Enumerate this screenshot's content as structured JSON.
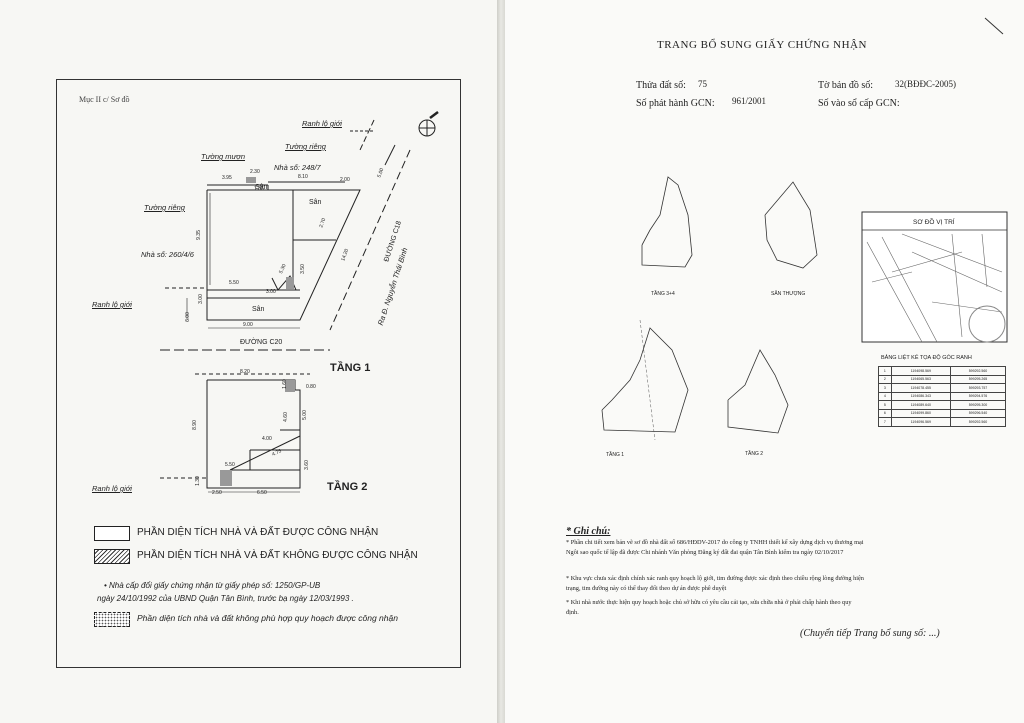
{
  "left": {
    "section": "Mục II c/ Sơ đồ",
    "floor1": {
      "title": "TẦNG 1",
      "labels": {
        "ranh_gioi_top": "Ranh lộ giới",
        "tuong_rieng_top": "Tường riêng",
        "tuong_muon": "Tường mượn",
        "nha_so_right": "Nhà số: 248/7",
        "tuong_rieng_left": "Tường riêng",
        "nha_so_left": "Nhà số: 260/4/6",
        "ranh_gioi_left": "Ranh lộ giới",
        "san1": "Sân",
        "san2": "Sân",
        "san3": "Sân",
        "duong_c20": "ĐƯỜNG C20",
        "duong_c18": "ĐƯỜNG C18",
        "ra_duong": "Ra Đ. Nguyễn Thái Bình"
      },
      "dims": [
        "3.95",
        "2.30",
        "1.35",
        "8.10",
        "2.00",
        "5.00",
        "9.35",
        "2.70",
        "14.20",
        "5.30",
        "3.50",
        "5.50",
        "3.00",
        "3.00",
        "6.00",
        "9.00"
      ]
    },
    "floor2": {
      "title": "TẦNG 2",
      "ranh_gioi": "Ranh lộ giới",
      "dims": [
        "8.20",
        "1.60",
        "0.80",
        "8.90",
        "4.60",
        "5.00",
        "4.00",
        "4.75",
        "5.50",
        "3.60",
        "1.30",
        "2.50",
        "6.50"
      ]
    },
    "legend": [
      "PHẦN DIỆN TÍCH NHÀ VÀ ĐẤT ĐƯỢC CÔNG NHẬN",
      "PHẦN DIỆN TÍCH NHÀ VÀ ĐẤT KHÔNG ĐƯỢC CÔNG NHẬN"
    ],
    "note_line1": "• Nhà cấp đổi giấy chứng nhận từ giấy phép số: 1250/GP-UB",
    "note_line2": "ngày 24/10/1992 của UBND Quận Tân Bình, trước bạ ngày 12/03/1993 .",
    "legend_dotted": "Phần diện tích nhà và đất không phù hợp quy hoạch được công nhận"
  },
  "right": {
    "title": "TRANG BỔ SUNG GIẤY CHỨNG NHẬN",
    "thua_dat_label": "Thửa đất số:",
    "thua_dat_value": "75",
    "to_ban_do_label": "Tờ bản đồ số:",
    "to_ban_do_value": "32(BĐĐC-2005)",
    "so_phat_hanh_label": "Số phát hành GCN:",
    "so_phat_hanh_value": "961/2001",
    "so_vao_so_label": "Số vào sổ cấp GCN:",
    "sketches": {
      "tang34": "TẦNG 3+4",
      "san_thuong": "SÂN THƯỢNG",
      "tang1": "TẦNG 1",
      "tang2": "TẦNG 2",
      "so_do_vi_tri": "SƠ ĐỒ VỊ TRÍ",
      "bang_ke": "BẢNG LIỆT KÊ TỌA ĐỘ GÓC RANH"
    },
    "coords": [
      [
        "1",
        "1194098.569",
        "599292.560"
      ],
      [
        "2",
        "1194065.563",
        "599295.265"
      ],
      [
        "3",
        "1194078.455",
        "599293.757"
      ],
      [
        "4",
        "1194086.343",
        "599294.576"
      ],
      [
        "5",
        "1194089.640",
        "599295.300"
      ],
      [
        "6",
        "1194099.860",
        "599296.540"
      ],
      [
        "7",
        "1194096.569",
        "599292.560"
      ]
    ],
    "ghi_chu_title": "* Ghi chú:",
    "note1": "* Phần chi tiết xem bản vẽ sơ đồ nhà đất số 686/HĐDV-2017 do công ty TNHH thiết kế xây dựng dịch vụ thương mại",
    "note1b": "Ngôi sao quốc tế lập đã được Chi nhánh Văn phòng Đăng ký đất đai quận Tân Bình kiểm tra ngày 02/10/2017",
    "note2": "* Khu vực chưa xác định chính xác ranh quy hoạch lộ giới, tim đường được xác định theo chiều rộng lòng đường hiện",
    "note2b": "trạng, tim đường này có thể thay đổi theo dự án được phê duyệt",
    "note3": "* Khi nhà nước thực hiện quy hoạch hoặc chủ sở hữu có yêu cầu cải tạo, sửa chữa nhà ở phải chấp hành theo quy",
    "note3b": "định.",
    "continued": "(Chuyển tiếp Trang bổ sung số: ...)"
  }
}
